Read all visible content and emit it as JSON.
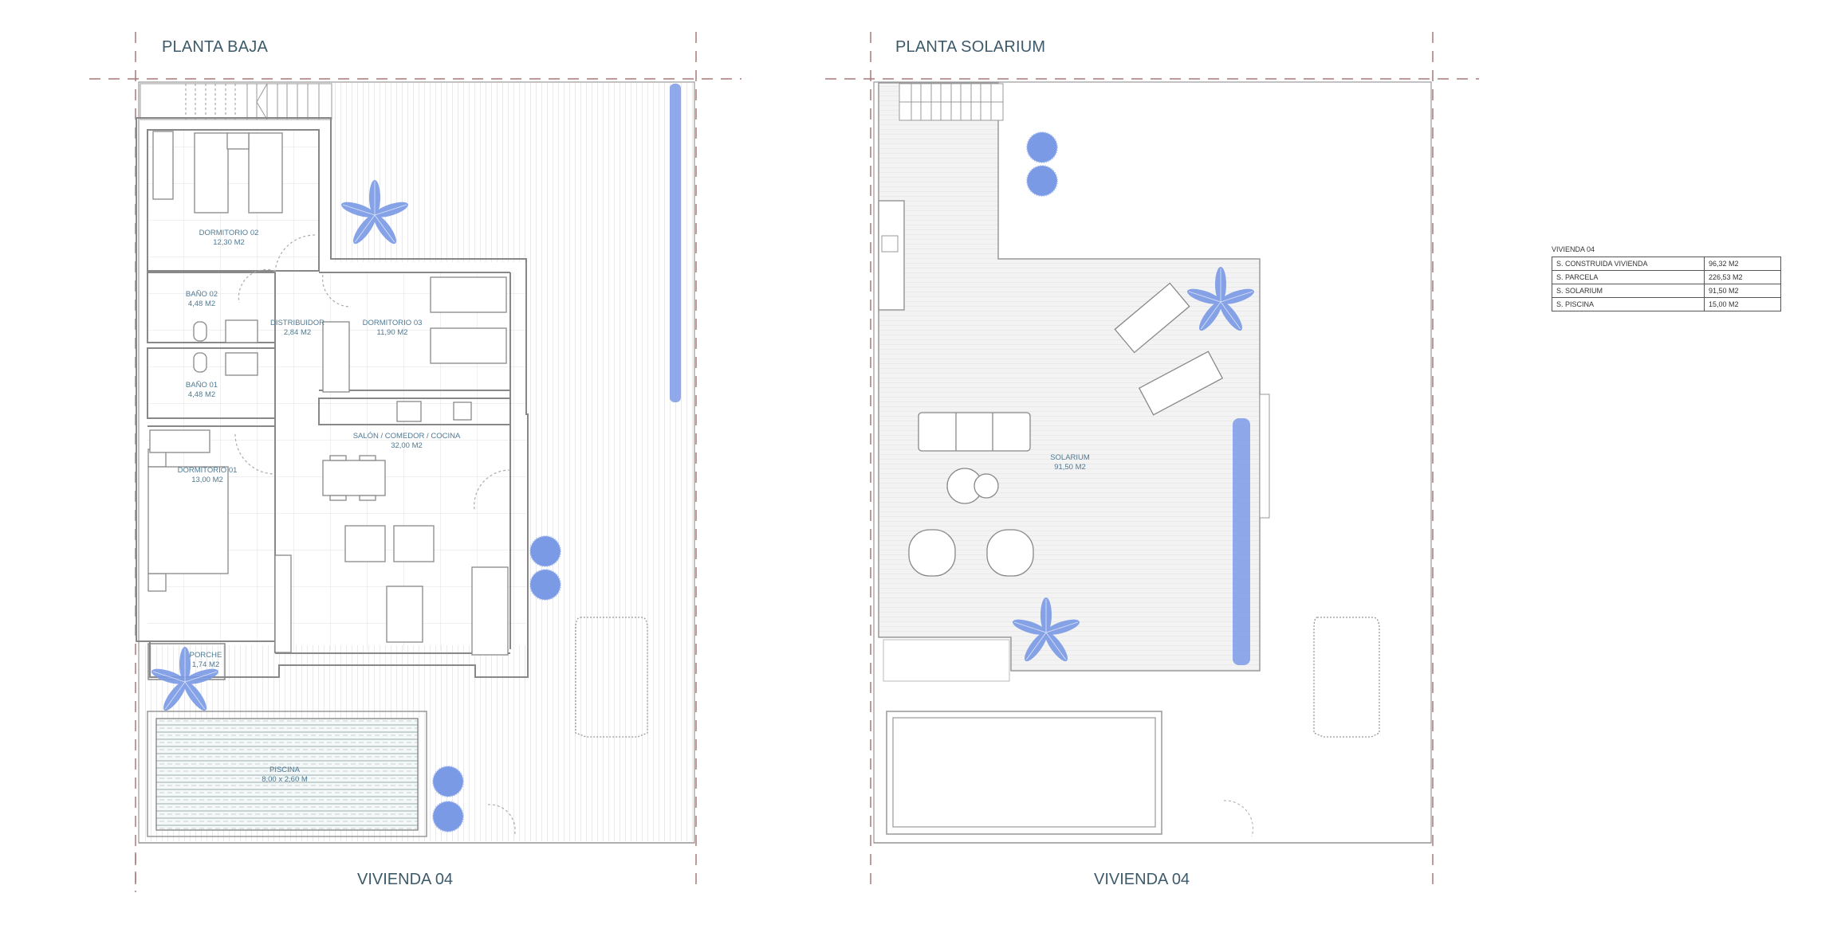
{
  "plans": {
    "ground": {
      "title": "PLANTA BAJA",
      "footer": "VIVIENDA 04",
      "rooms": [
        {
          "name": "DORMITORIO 02",
          "area": "12,30 M2"
        },
        {
          "name": "BAÑO 02",
          "area": "4,48 M2"
        },
        {
          "name": "DISTRIBUIDOR",
          "area": "2,84 M2"
        },
        {
          "name": "DORMITORIO 03",
          "area": "11,90 M2"
        },
        {
          "name": "BAÑO 01",
          "area": "4,48 M2"
        },
        {
          "name": "SALÓN / COMEDOR / COCINA",
          "area": "32,00 M2"
        },
        {
          "name": "DORMITORIO 01",
          "area": "13,00 M2"
        },
        {
          "name": "PORCHE",
          "area": "1,74 M2"
        },
        {
          "name": "PISCINA",
          "area": "8,00 x 2,60 M"
        }
      ]
    },
    "solarium": {
      "title": "PLANTA SOLARIUM",
      "footer": "VIVIENDA 04",
      "rooms": [
        {
          "name": "SOLARIUM",
          "area": "91,50 M2"
        }
      ]
    }
  },
  "area_table": {
    "caption": "VIVIENDA 04",
    "rows": [
      {
        "label": "S. CONSTRUIDA VIVIENDA",
        "value": "96,32 M2"
      },
      {
        "label": "S. PARCELA",
        "value": "226,53 M2"
      },
      {
        "label": "S. SOLARIUM",
        "value": "91,50 M2"
      },
      {
        "label": "S. PISCINA",
        "value": "15,00 M2"
      }
    ]
  },
  "colors": {
    "label_text": "#4f7a93",
    "title_text": "#3d5a6b",
    "plant_blue": "#7b9ae6",
    "wall_line": "#8a8a8a",
    "plot_boundary": "#a87a7a"
  }
}
